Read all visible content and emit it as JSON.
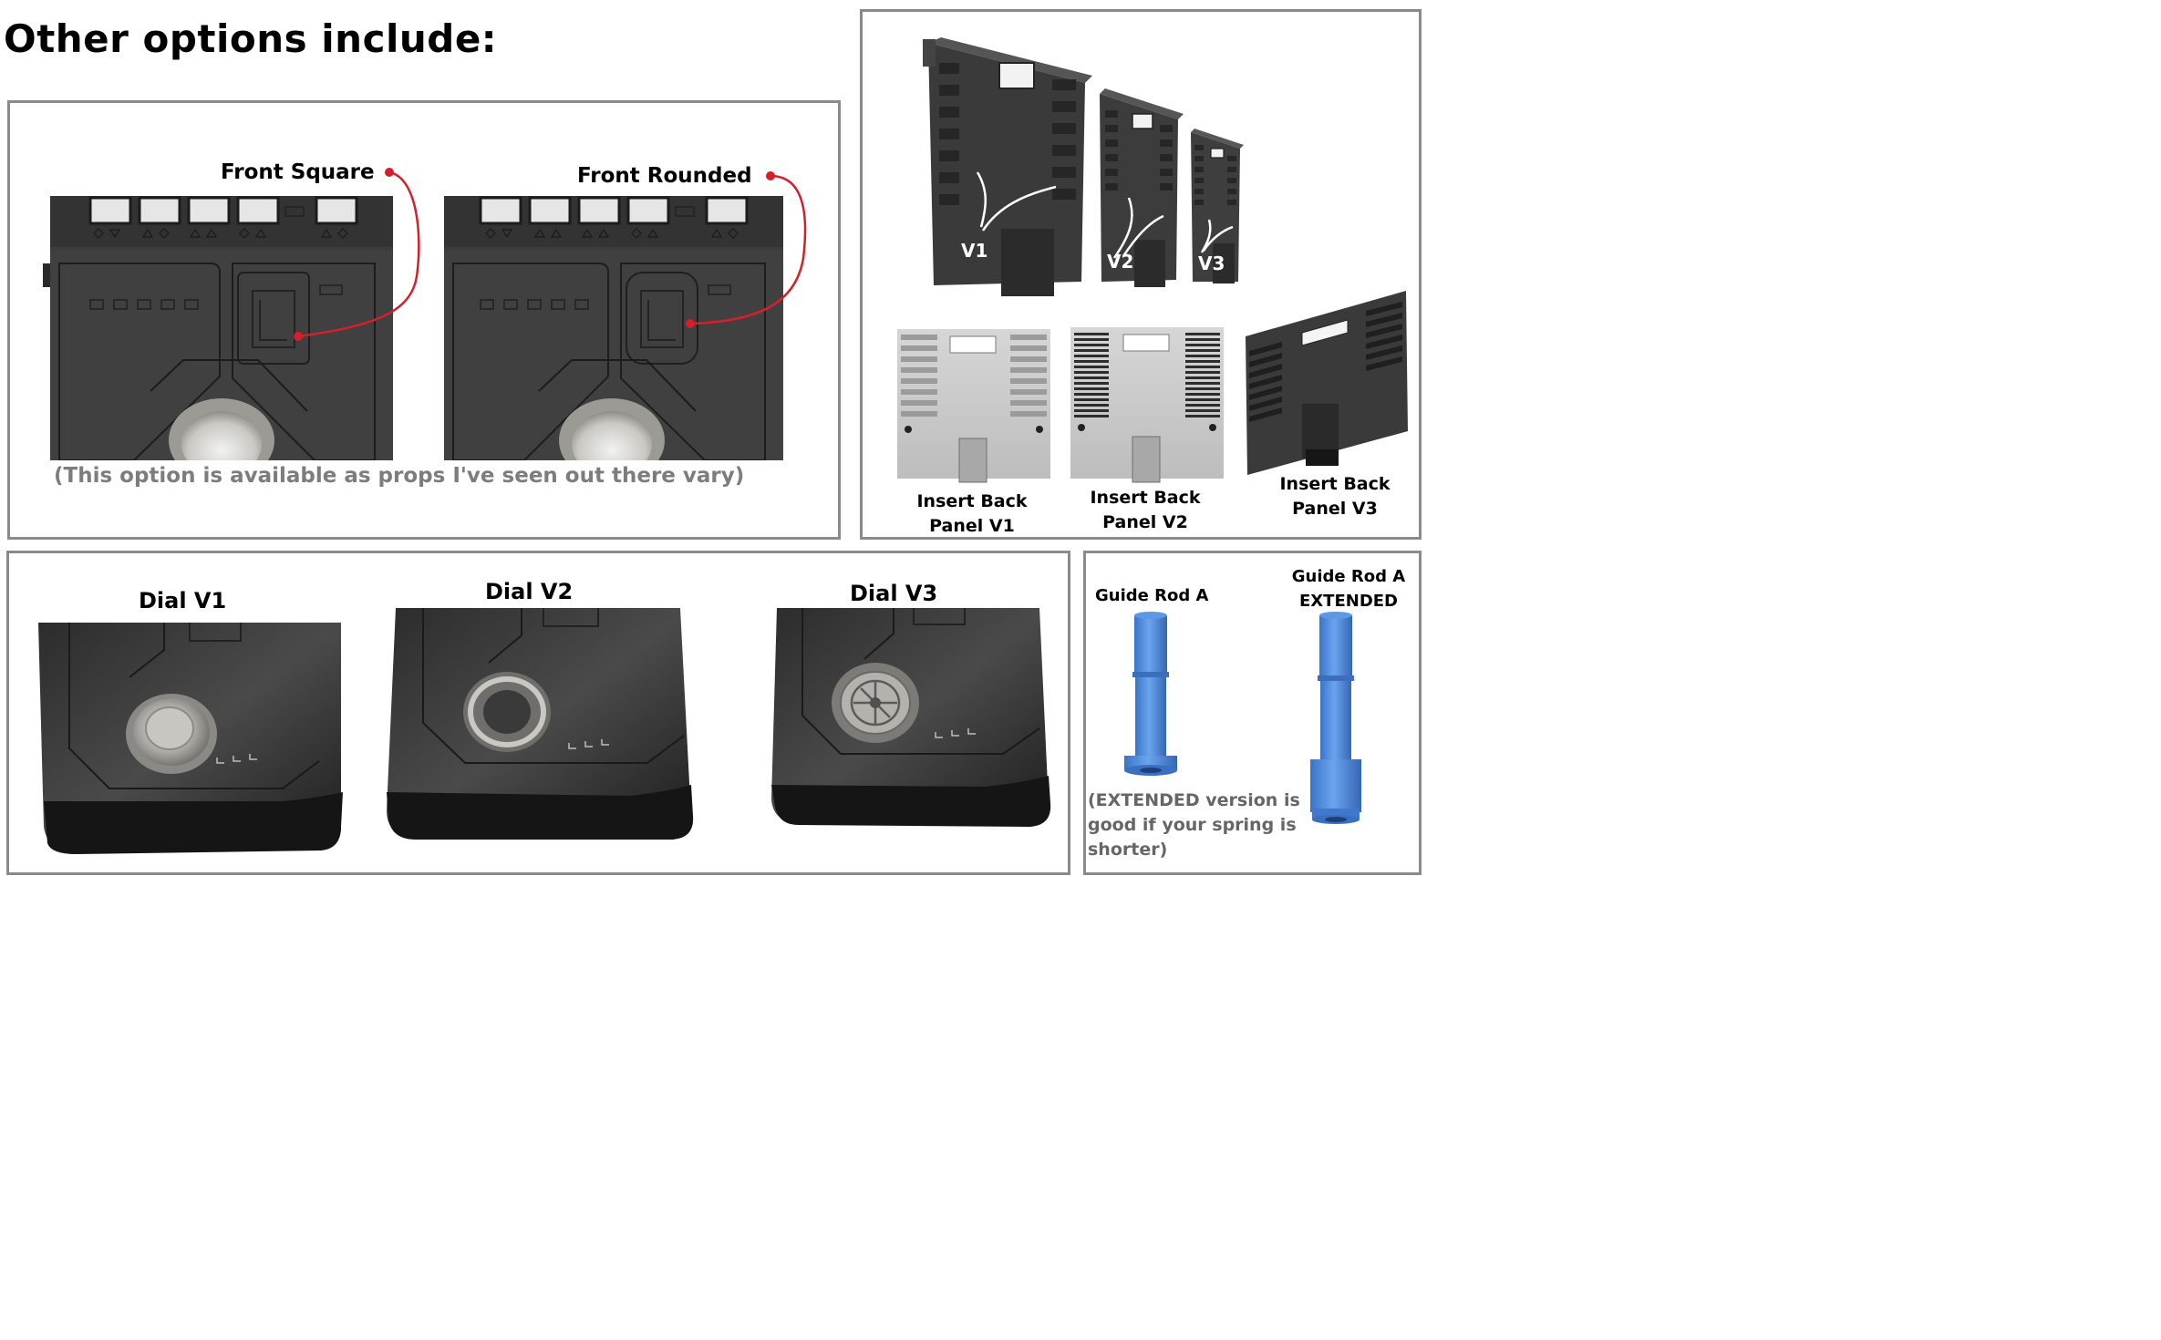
{
  "page": {
    "heading": "Other options include:",
    "colors": {
      "frame": "#8a8a8a",
      "body_dark": "#3c3c3c",
      "body_mid": "#4d4d4d",
      "panel_light": "#c9c9c9",
      "callout_red": "#d4202b",
      "rod_blue": "#4f8fe0",
      "note_gray": "#7d7d7d"
    }
  },
  "front_panel": {
    "square_label": "Front Square",
    "rounded_label": "Front Rounded",
    "note": "(This option is available as props I've seen out there vary)"
  },
  "back_panel": {
    "version_labels": [
      "V1",
      "V2",
      "V3"
    ],
    "inserts": [
      {
        "line1": "Insert Back",
        "line2": "Panel V1"
      },
      {
        "line1": "Insert Back",
        "line2": "Panel V2"
      },
      {
        "line1": "Insert Back",
        "line2": "Panel V3"
      }
    ]
  },
  "dials": {
    "items": [
      {
        "label": "Dial V1"
      },
      {
        "label": "Dial V2"
      },
      {
        "label": "Dial V3"
      }
    ]
  },
  "guide_rod": {
    "a_label": "Guide Rod A",
    "extended_line1": "Guide Rod A",
    "extended_line2": "EXTENDED",
    "note_line1": "(EXTENDED version is",
    "note_line2": "good if your spring is",
    "note_line3": "shorter)"
  }
}
